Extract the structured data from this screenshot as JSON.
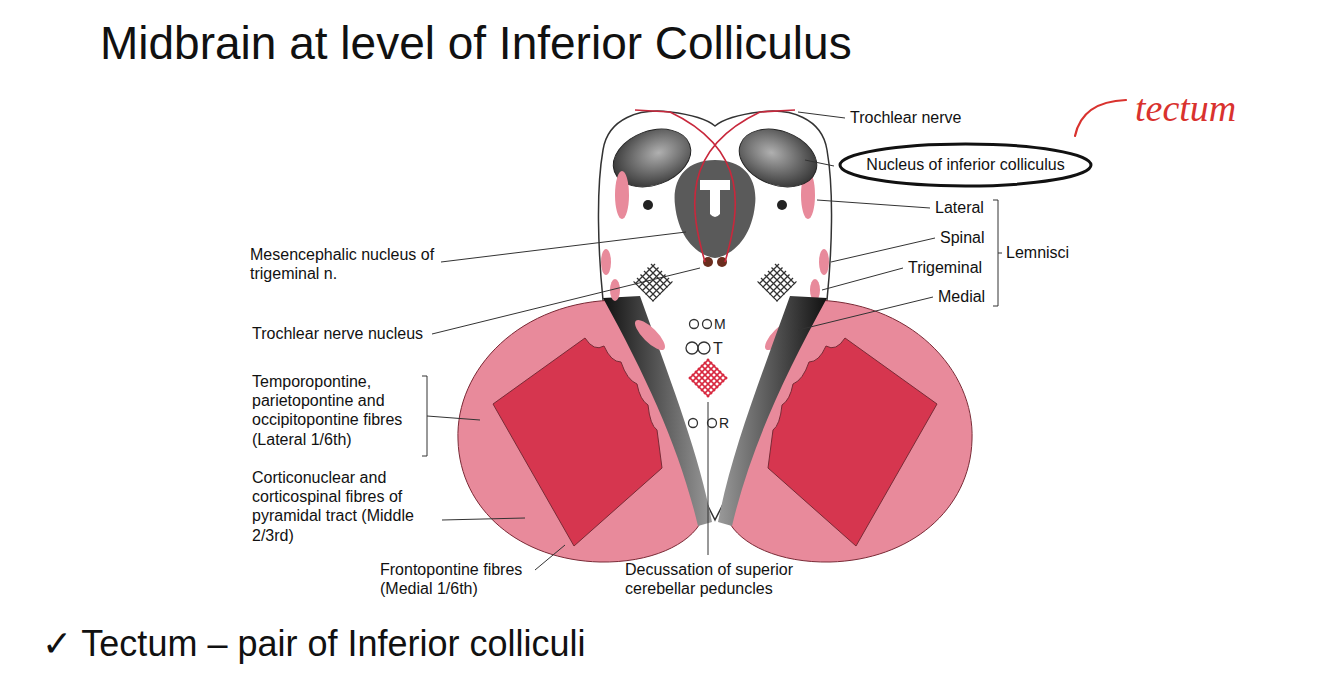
{
  "diagram": {
    "title": "Midbrain at level of Inferior Colliculus",
    "caption": "✓ Tectum – pair of Inferior colliculi",
    "nodes": [
      {
        "text": [
          "Nucleus of inferior colliculus"
        ]
      }
    ],
    "labels": [
      "tectum",
      "Trochlear nerve",
      "Lateral",
      "Spinal",
      "Trigeminal",
      "Medial",
      "Lemnisci",
      "Mesencephalic nucleus of trigeminal n.",
      "Trochlear nerve nucleus",
      "M",
      "T",
      "R",
      "Temporopontine, parietopontine and occipitopontine fibres (Lateral 1/6th)",
      "Corticonuclear and corticospinal fibres of pyramidal tract (Middle 2/3rd)",
      "Frontopontine fibres (Medial 1/6th)",
      "Decussation of superior cerebellar peduncles"
    ]
  }
}
